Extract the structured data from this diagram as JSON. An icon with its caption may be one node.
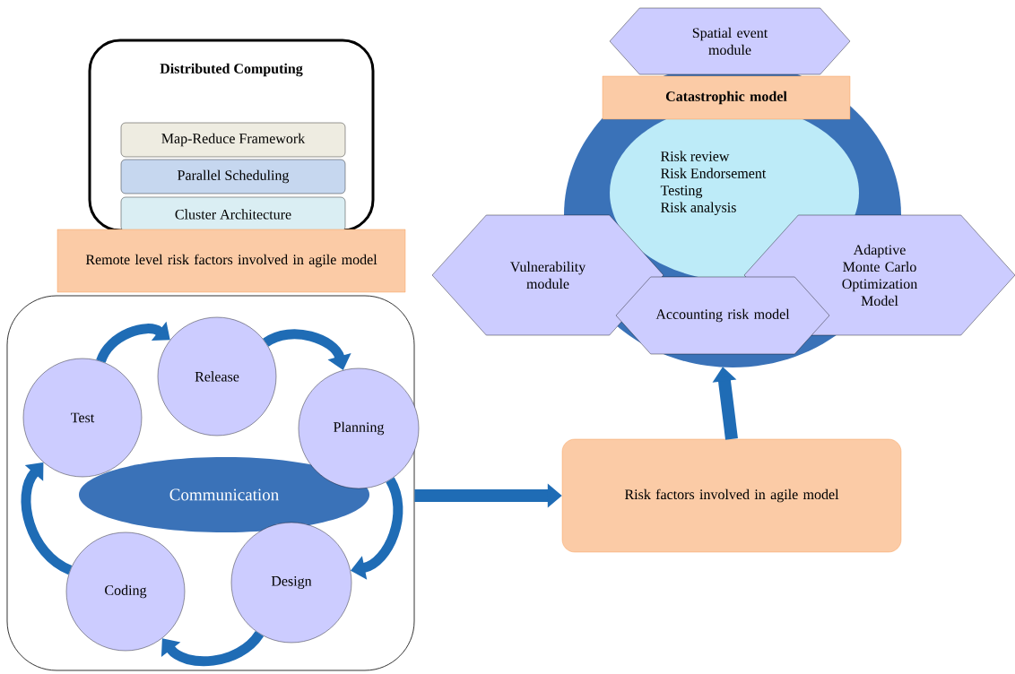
{
  "diagram": {
    "nodes": [
      {
        "text": [
          "Distributed Computing"
        ]
      },
      {
        "text": [
          "Map-Reduce Framework"
        ],
        "in": 0
      },
      {
        "text": [
          "Parallel Scheduling"
        ],
        "in": 0
      },
      {
        "text": [
          "Cluster Architecture"
        ],
        "in": 0
      },
      {
        "text": [
          "Remote level risk factors involved in agile model"
        ]
      },
      {
        "text": [],
        "shape": "box"
      },
      {
        "text": [
          "Release"
        ],
        "in": 5
      },
      {
        "text": [
          "Planning"
        ],
        "in": 5
      },
      {
        "text": [
          "Design"
        ],
        "in": 5
      },
      {
        "text": [
          "Coding"
        ],
        "in": 5
      },
      {
        "text": [
          "Test"
        ],
        "in": 5
      },
      {
        "text": [
          "Communication"
        ],
        "in": 5
      },
      {
        "text": [
          "Risk factors involved in agile model"
        ]
      },
      {
        "text": [
          "Spatial event module"
        ]
      },
      {
        "text": [
          "Catastrophic model"
        ]
      },
      {
        "text": [
          "Risk review",
          "Risk Endorsement",
          "Testing",
          "Risk analysis"
        ]
      },
      {
        "text": [
          "Vulnerability module"
        ]
      },
      {
        "text": [
          "Accounting risk model"
        ]
      },
      {
        "text": [
          "Adaptive Monte Carlo Optimization Model"
        ]
      }
    ],
    "edges": [
      {
        "from": 6,
        "to": 7,
        "arrow": "to"
      },
      {
        "from": 7,
        "to": 8,
        "arrow": "to"
      },
      {
        "from": 8,
        "to": 9,
        "arrow": "to"
      },
      {
        "from": 9,
        "to": 10,
        "arrow": "to"
      },
      {
        "from": 10,
        "to": 6,
        "arrow": "to"
      },
      {
        "from": 5,
        "to": 12,
        "arrow": "to"
      },
      {
        "from": 12,
        "to": 17,
        "arrow": "to"
      }
    ]
  }
}
